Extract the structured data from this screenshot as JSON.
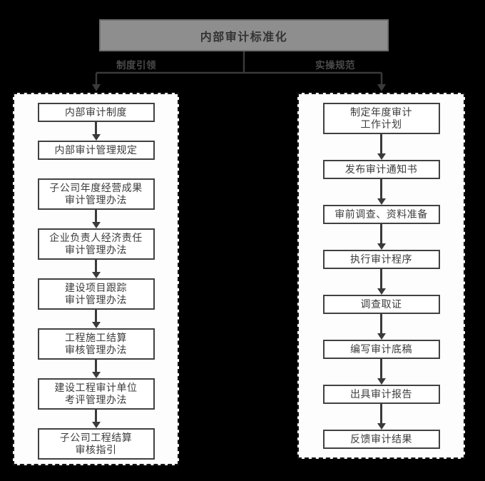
{
  "header": {
    "title": "内部审计标准化"
  },
  "branches": {
    "left": {
      "label": "制度引领"
    },
    "right": {
      "label": "实操规范"
    }
  },
  "left_column": {
    "items": [
      {
        "lines": [
          "内部审计制度"
        ],
        "arrow_to_next": true
      },
      {
        "lines": [
          "内部审计管理规定"
        ],
        "arrow_to_next": false
      },
      {
        "lines": [
          "子公司年度经营成果",
          "审计管理办法"
        ],
        "arrow_to_next": true
      },
      {
        "lines": [
          "企业负责人经济责任",
          "审计管理办法"
        ],
        "arrow_to_next": true
      },
      {
        "lines": [
          "建设项目跟踪",
          "审计管理办法"
        ],
        "arrow_to_next": true
      },
      {
        "lines": [
          "工程施工结算",
          "审核管理办法"
        ],
        "arrow_to_next": true
      },
      {
        "lines": [
          "建设工程审计单位",
          "考评管理办法"
        ],
        "arrow_to_next": true
      },
      {
        "lines": [
          "子公司工程结算",
          "审核指引"
        ],
        "arrow_to_next": false
      }
    ]
  },
  "right_column": {
    "items": [
      {
        "lines": [
          "制定年度审计",
          "工作计划"
        ],
        "arrow_to_next": true
      },
      {
        "lines": [
          "发布审计通知书"
        ],
        "arrow_to_next": true
      },
      {
        "lines": [
          "审前调查、资料准备"
        ],
        "arrow_to_next": true
      },
      {
        "lines": [
          "执行审计程序"
        ],
        "arrow_to_next": true
      },
      {
        "lines": [
          "调查取证"
        ],
        "arrow_to_next": true
      },
      {
        "lines": [
          "编写审计底稿"
        ],
        "arrow_to_next": true
      },
      {
        "lines": [
          "出具审计报告"
        ],
        "arrow_to_next": true
      },
      {
        "lines": [
          "反馈审计结果"
        ],
        "arrow_to_next": false
      }
    ]
  },
  "colors": {
    "page_background": "#000000",
    "header_fill": "#8e8e8e",
    "header_border": "#6f6f6f",
    "header_text": "#333333",
    "panel_fill": "#fdfdfd",
    "panel_border": "#161616",
    "box_fill": "#ffffff",
    "box_border": "#414141",
    "box_text": "#3c3c3c",
    "connector_line": "#3a3a3a",
    "branch_label_text": "#4a4a4a"
  }
}
